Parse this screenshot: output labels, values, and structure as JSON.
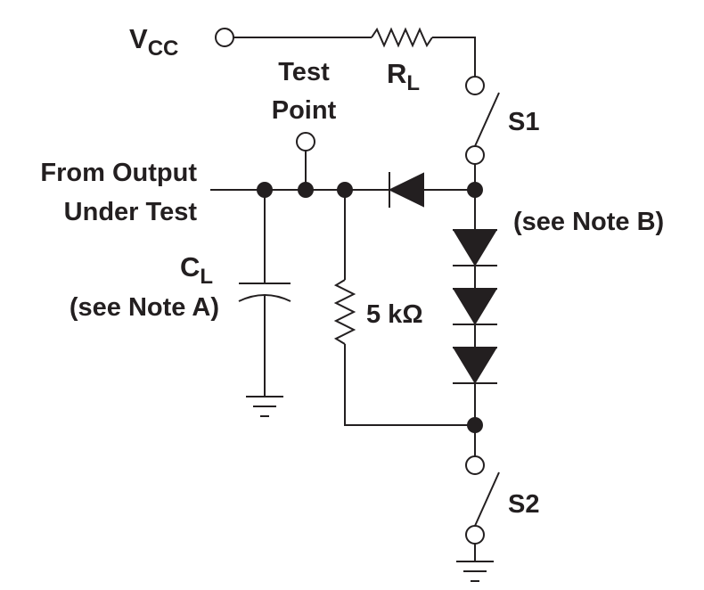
{
  "labels": {
    "vcc": "V",
    "vcc_sub": "CC",
    "rl": "R",
    "rl_sub": "L",
    "test_point_line1": "Test",
    "test_point_line2": "Point",
    "s1": "S1",
    "s2": "S2",
    "from_output_line1": "From Output",
    "from_output_line2": "Under Test",
    "cl": "C",
    "cl_sub": "L",
    "note_a": "(see Note A)",
    "note_b": "(see Note B)",
    "resistor_5k": "5 kΩ"
  },
  "colors": {
    "ink": "#231f20",
    "background": "#ffffff"
  }
}
